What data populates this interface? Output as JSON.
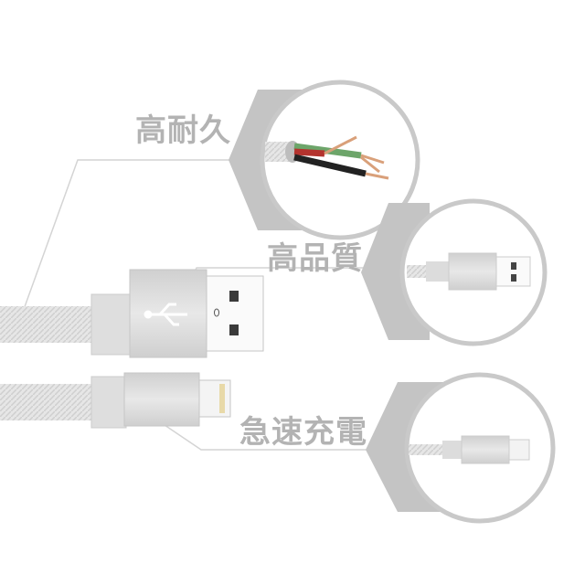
{
  "features": [
    {
      "label": "高耐久"
    },
    {
      "label": "高品質"
    },
    {
      "label": "急速充電"
    }
  ],
  "colors": {
    "accent_gray": "#c4c4c4",
    "label_gray": "#b3b3b3",
    "metal": "#dcdcdc"
  }
}
